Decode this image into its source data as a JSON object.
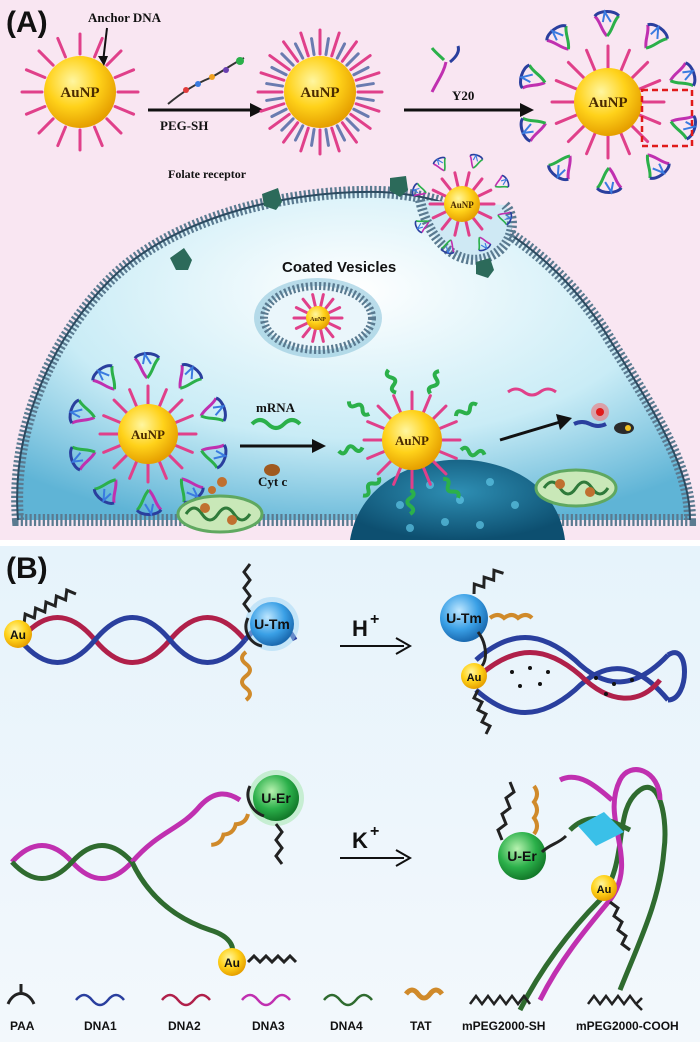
{
  "panel_a": {
    "letter": "(A)",
    "labels": {
      "anchor_dna": "Anchor DNA",
      "peg_sh": "PEG-SH",
      "y20": "Y20",
      "folate_receptor": "Folate receptor",
      "coated_vesicles": "Coated Vesicles",
      "mrna": "mRNA",
      "cyt_c": "Cyt c",
      "particle": "AuNP"
    }
  },
  "panel_b": {
    "letter": "(B)",
    "labels": {
      "au": "Au",
      "u_tm": "U-Tm",
      "u_er": "U-Er",
      "h_plus": "H",
      "k_plus": "K",
      "plus": "+"
    },
    "legend": [
      {
        "label": "PAA",
        "color": "#222222"
      },
      {
        "label": "DNA1",
        "color": "#2a3f9e"
      },
      {
        "label": "DNA2",
        "color": "#b0204a"
      },
      {
        "label": "DNA3",
        "color": "#c030b0"
      },
      {
        "label": "DNA4",
        "color": "#2f6b2f"
      },
      {
        "label": "TAT",
        "color": "#d08a2a"
      },
      {
        "label": "mPEG2000-SH",
        "color": "#222222"
      },
      {
        "label": "mPEG2000-COOH",
        "color": "#222222"
      }
    ]
  }
}
